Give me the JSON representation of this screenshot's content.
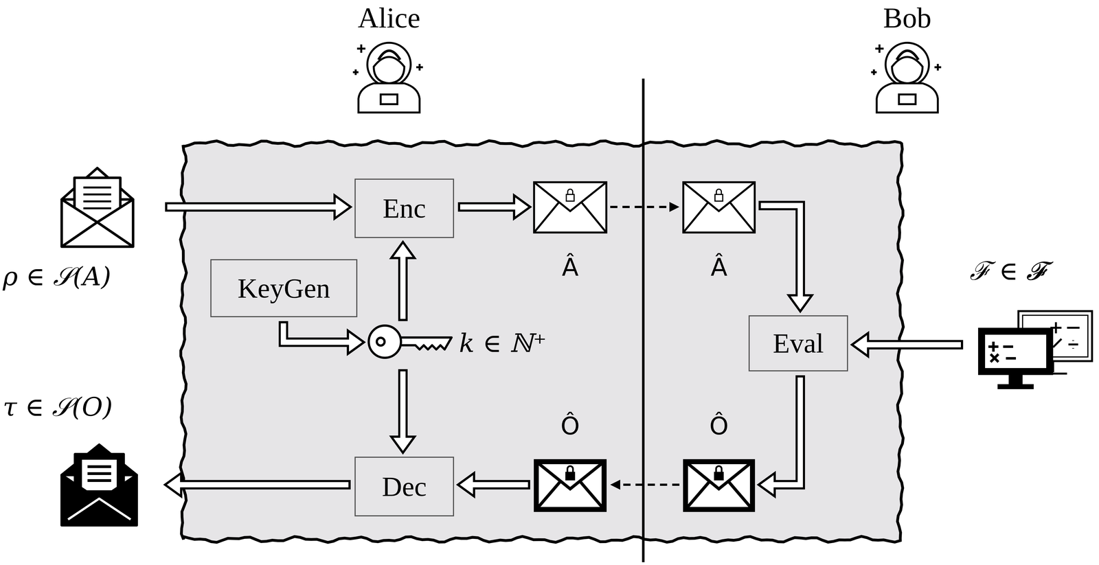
{
  "diagram": {
    "nodes": [
      {
        "text": [
          "Enc"
        ]
      },
      {
        "text": [
          "KeyGen"
        ]
      },
      {
        "text": [
          "k ∈ ℕ⁺"
        ]
      },
      {
        "text": [
          "Â"
        ]
      },
      {
        "text": [
          "Â"
        ]
      },
      {
        "text": [
          "Eval"
        ]
      },
      {
        "text": [
          "Ô"
        ]
      },
      {
        "text": [
          "Ô"
        ]
      },
      {
        "text": [
          "Dec"
        ]
      },
      {
        "text": [
          "ρ ∈ 𝒮(A)"
        ]
      },
      {
        "text": [
          "τ ∈ 𝒮(O)"
        ]
      },
      {
        "text": [
          "ℱ ∈ 𝓕"
        ]
      }
    ],
    "edges": [
      {
        "from": 9,
        "to": 0,
        "arrow": "to"
      },
      {
        "from": 1,
        "to": 2,
        "arrow": "to"
      },
      {
        "from": 2,
        "to": 0,
        "arrow": "to"
      },
      {
        "from": 0,
        "to": 3,
        "arrow": "to"
      },
      {
        "from": 3,
        "to": 4,
        "arrow": "to"
      },
      {
        "from": 4,
        "to": 5,
        "arrow": "to"
      },
      {
        "from": 11,
        "to": 5,
        "arrow": "to"
      },
      {
        "from": 5,
        "to": 6,
        "arrow": "to"
      },
      {
        "from": 6,
        "to": 7,
        "arrow": "to"
      },
      {
        "from": 7,
        "to": 8,
        "arrow": "to"
      },
      {
        "from": 2,
        "to": 8,
        "arrow": "to"
      },
      {
        "from": 8,
        "to": 10,
        "arrow": "to"
      }
    ],
    "labels": [
      "Alice",
      "Bob"
    ]
  }
}
